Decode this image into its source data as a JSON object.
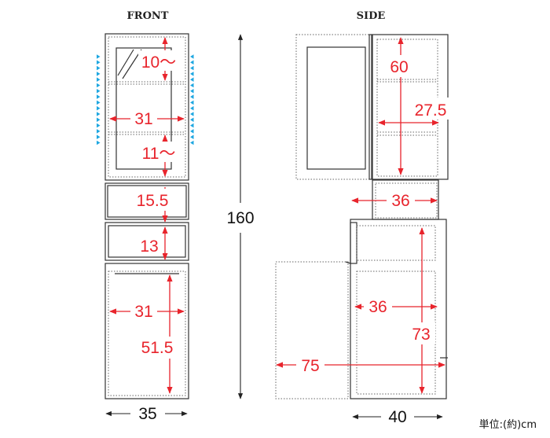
{
  "titles": {
    "front": "FRONT",
    "side": "SIDE"
  },
  "unit_label": "単位:(約)cm",
  "front_dims": {
    "shelf_pitch_top": "10～",
    "inner_width_upper": "31",
    "shelf_pitch_lower": "11～",
    "opening_1": "15.5",
    "drawer": "13",
    "inner_width_lower": "31",
    "lower_height": "51.5",
    "total_width": "35"
  },
  "side_dims": {
    "door_height": "60",
    "upper_depth": "27.5",
    "middle_depth": "36",
    "lower_depth": "36",
    "lower_height": "73",
    "door_open_depth": "75",
    "total_depth": "40"
  },
  "total_height": "160",
  "colors": {
    "dimension": "#e8242c",
    "adjust_marker": "#1ea7e1",
    "outline": "#333333"
  }
}
